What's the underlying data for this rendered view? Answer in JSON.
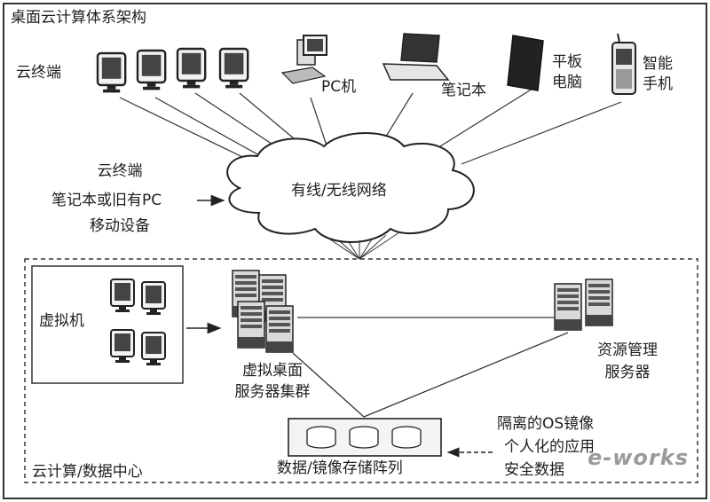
{
  "title": "桌面云计算体系架构",
  "terminals": {
    "cloud_terminal": "云终端",
    "pc": "PC机",
    "laptop": "笔记本",
    "tablet_line1": "平板",
    "tablet_line2": "电脑",
    "phone_line1": "智能",
    "phone_line2": "手机"
  },
  "network": {
    "label": "有线/无线网络",
    "side_lines": [
      "云终端",
      "笔记本或旧有PC",
      "移动设备"
    ]
  },
  "datacenter": {
    "label": "云计算/数据中心",
    "vm_label": "虚拟机",
    "cluster_line1": "虚拟桌面",
    "cluster_line2": "服务器集群",
    "resmgr_line1": "资源管理",
    "resmgr_line2": "服务器",
    "storage_label": "数据/镜像存储阵列",
    "storage_notes": [
      "隔离的OS镜像",
      "个人化的应用",
      "安全数据"
    ]
  },
  "watermark": "e-works"
}
